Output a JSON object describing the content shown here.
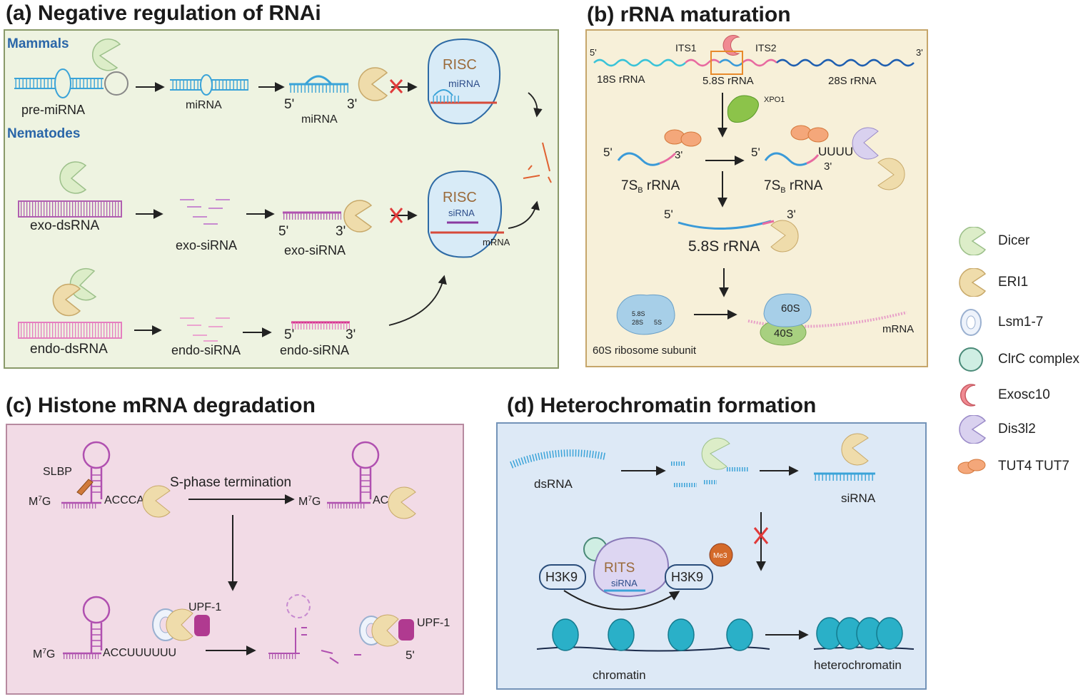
{
  "panels": {
    "a": {
      "title": "(a) Negative regulation of RNAi",
      "mammals": "Mammals",
      "nematodes": "Nematodes",
      "pre_mirna": "pre-miRNA",
      "mirna1": "miRNA",
      "mirna2": "miRNA",
      "mirna_inside": "miRNA",
      "risc1": "RISC",
      "risc2": "RISC",
      "sirna_inside": "siRNA",
      "mrna_inside": "mRNA",
      "exo_dsrna": "exo-dsRNA",
      "exo_sirna1": "exo-siRNA",
      "exo_sirna2": "exo-siRNA",
      "endo_dsrna": "endo-dsRNA",
      "endo_sirna1": "endo-siRNA",
      "endo_sirna2": "endo-siRNA",
      "five": "5'",
      "three": "3'"
    },
    "b": {
      "title": "(b) rRNA maturation",
      "its1": "ITS1",
      "its2": "ITS2",
      "r18s": "18S rRNA",
      "r58s": "5.8S rRNA",
      "r28s": "28S rRNA",
      "xpo1": "XPO1",
      "r7sb": "7S",
      "sub_b": "B",
      "rrna_word": " rRNA",
      "uuuu": "UUUU",
      "r58s_big": "5.8S rRNA",
      "sub60_a": "5.8S",
      "sub60_b": "28S",
      "sub60_c": "5S",
      "subunit60": "60S ribosome subunit",
      "s60": "60S",
      "s40": "40S",
      "mrna": "mRNA",
      "five": "5'",
      "three": "3'"
    },
    "c": {
      "title": "(c) Histone mRNA degradation",
      "slbp": "SLBP",
      "m7g": "M",
      "m7g_sup": "7",
      "m7g_g": "G",
      "accca": "ACCCA",
      "sphase": "S-phase termination",
      "acc": "ACC",
      "upf1a": "UPF-1",
      "accuuuuuu": "ACCUUUUUU",
      "upf1b": "UPF-1",
      "five": "5'"
    },
    "d": {
      "title": "(d) Heterochromatin formation",
      "dsrna": "dsRNA",
      "sirna": "siRNA",
      "h3k9a": "H3K9",
      "h3k9b": "H3K9",
      "rits": "RITS",
      "sirna_inside": "siRNA",
      "me3": "Me3",
      "chromatin": "chromatin",
      "heterochromatin": "heterochromatin"
    }
  },
  "legend": [
    {
      "label": "Dicer",
      "icon": "dicer-pacman",
      "color": "#dcedc8"
    },
    {
      "label": "ERI1",
      "icon": "eri1-pacman",
      "color": "#efdcab"
    },
    {
      "label": "Lsm1-7",
      "icon": "lsm-ring",
      "color": "#eef3fb"
    },
    {
      "label": "ClrC complex",
      "icon": "clrc-circle",
      "color": "#cfeee3"
    },
    {
      "label": "Exosc10",
      "icon": "exosc10-crescent",
      "color": "#f08a92"
    },
    {
      "label": "Dis3l2",
      "icon": "dis3l2-pacman",
      "color": "#d9d1ef"
    },
    {
      "label": "TUT4  TUT7",
      "icon": "tut-ovals",
      "color": "#f4a77a"
    }
  ]
}
